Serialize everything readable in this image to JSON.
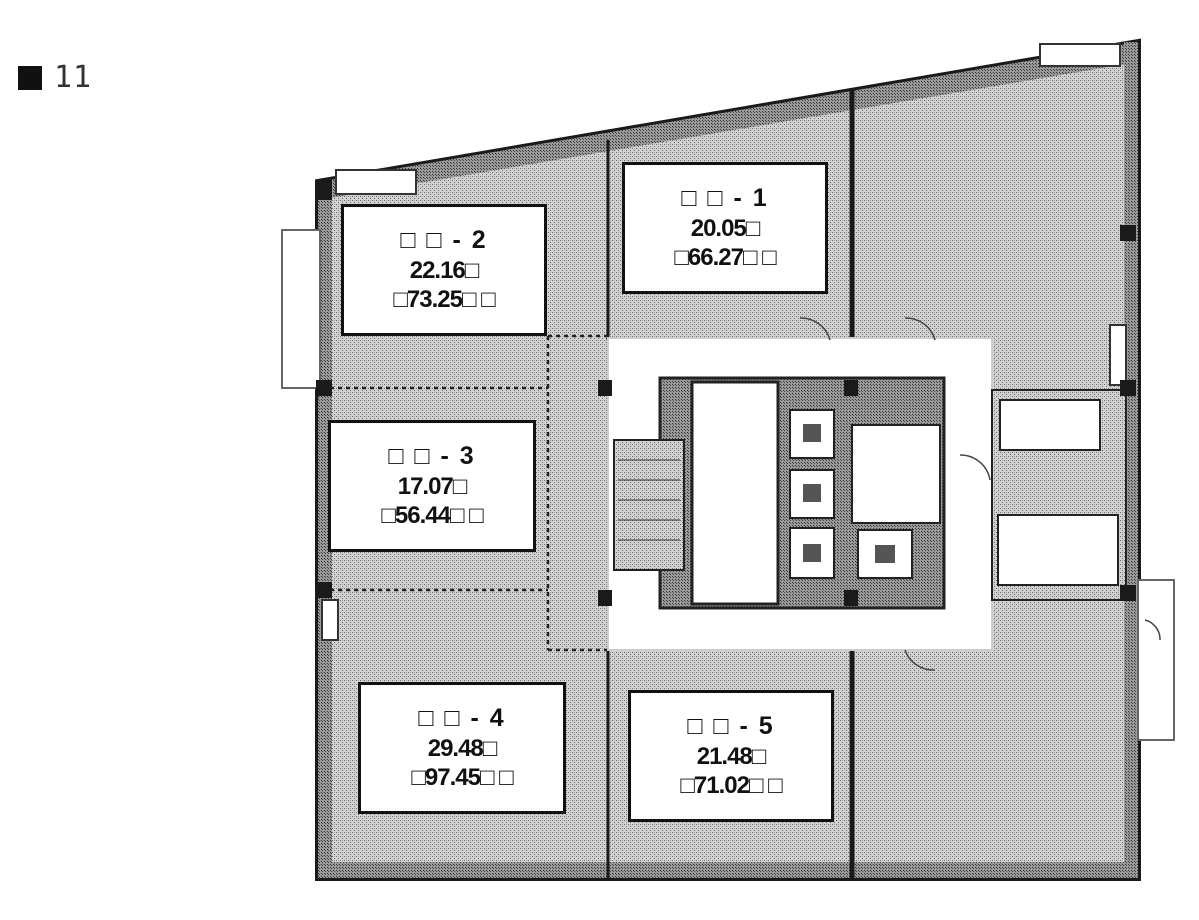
{
  "floor": {
    "marker": "black-square",
    "number": "11"
  },
  "units": [
    {
      "id": "1",
      "name": "□ □ - 1",
      "area_m2": "20.05□",
      "area_tsubo": "□66.27□ □"
    },
    {
      "id": "2",
      "name": "□ □ - 2",
      "area_m2": "22.16□",
      "area_tsubo": "□73.25□ □"
    },
    {
      "id": "3",
      "name": "□ □ - 3",
      "area_m2": "17.07□",
      "area_tsubo": "□56.44□ □"
    },
    {
      "id": "4",
      "name": "□ □ - 4",
      "area_m2": "29.48□",
      "area_tsubo": "□97.45□ □"
    },
    {
      "id": "5",
      "name": "□ □ - 5",
      "area_m2": "21.48□",
      "area_tsubo": "□71.02□ □"
    }
  ],
  "colors": {
    "wall": "#1a1a1a",
    "hatch": "#8a8a8a",
    "floor_fill": "#c9c9c9",
    "core": "#ffffff"
  }
}
